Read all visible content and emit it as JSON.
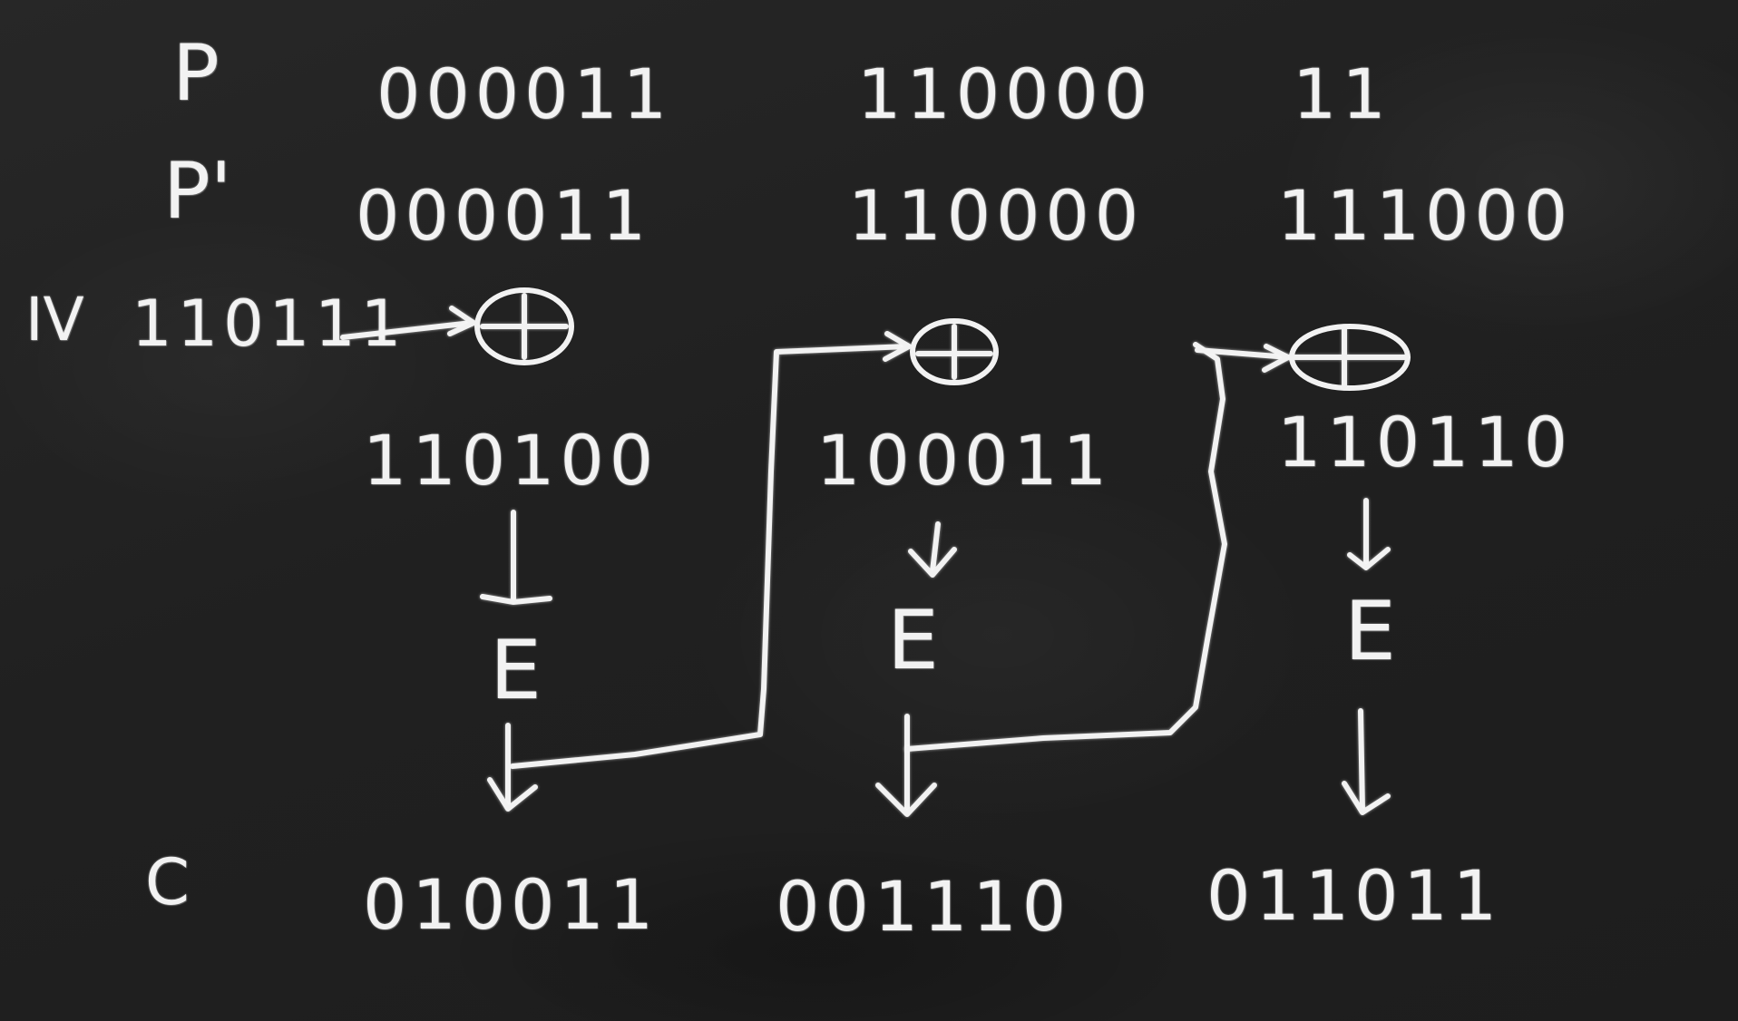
{
  "rows": {
    "p_label": "P",
    "p_prime_label": "P'",
    "iv_label": "IV",
    "c_label": "C"
  },
  "plaintext": [
    "000011",
    "110000",
    "11"
  ],
  "padded_plaintext": [
    "000011",
    "110000",
    "111000"
  ],
  "iv_value": "110111",
  "xor_results": [
    "110100",
    "100011",
    "110110"
  ],
  "encrypt_label": "E",
  "ciphertext": [
    "010011",
    "001110",
    "011011"
  ]
}
